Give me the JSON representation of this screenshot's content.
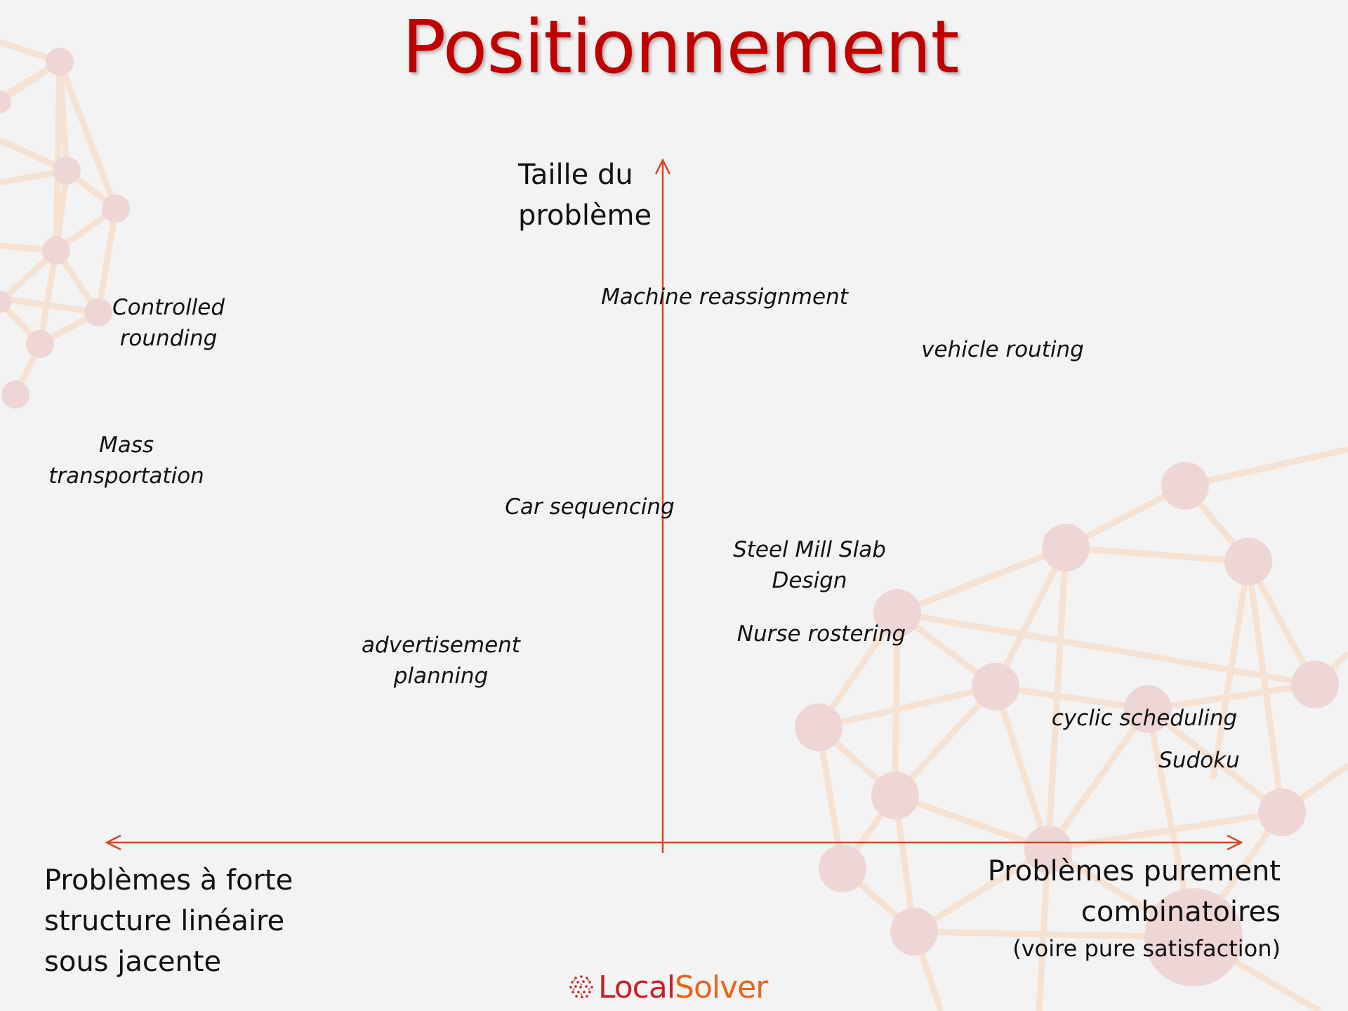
{
  "title": "Positionnement",
  "axes": {
    "y_label": [
      "Taille du",
      "problème"
    ],
    "x_left_label": [
      "Problèmes à forte",
      "structure linéaire",
      "sous jacente"
    ],
    "x_right_label": [
      "Problèmes purement",
      "combinatoires"
    ],
    "x_right_sublabel": "(voire pure satisfaction)"
  },
  "items": [
    {
      "lines": [
        "Controlled",
        "rounding"
      ]
    },
    {
      "lines": [
        "Machine reassignment"
      ]
    },
    {
      "lines": [
        "vehicle routing"
      ]
    },
    {
      "lines": [
        "Mass",
        "transportation"
      ]
    },
    {
      "lines": [
        "Car sequencing"
      ]
    },
    {
      "lines": [
        "Steel Mill Slab",
        "Design"
      ]
    },
    {
      "lines": [
        "Nurse rostering"
      ]
    },
    {
      "lines": [
        "advertisement",
        "planning"
      ]
    },
    {
      "lines": [
        "cyclic scheduling"
      ]
    },
    {
      "lines": [
        "Sudoku"
      ]
    }
  ],
  "logo": {
    "part1": "Local",
    "part2": "Solver",
    "icon": "dotted-sphere-icon"
  },
  "colors": {
    "title": "#c00000",
    "axis": "#d9451f",
    "deco_line": "#f6e2d3",
    "deco_node": "#efd6d6"
  }
}
